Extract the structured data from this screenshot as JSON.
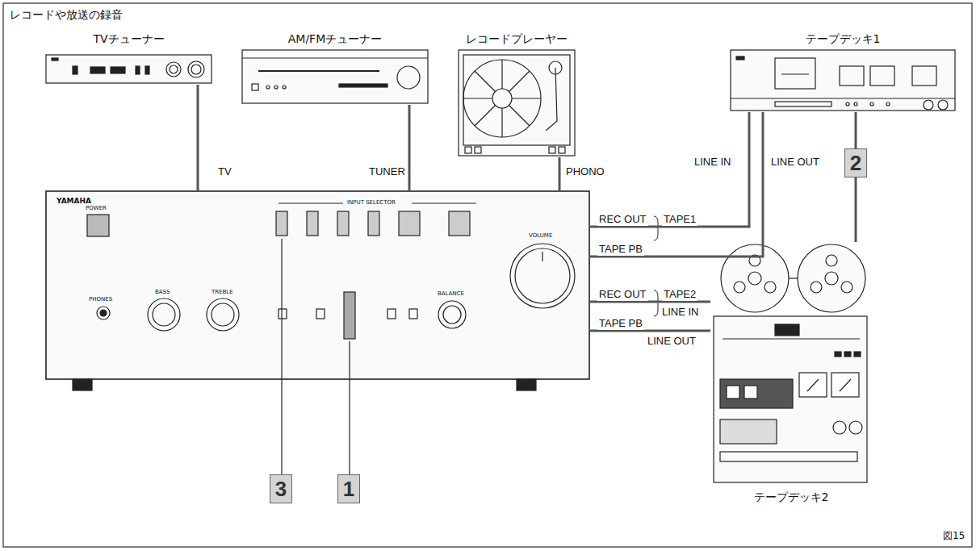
{
  "diagram": {
    "title": "レコードや放送の録音",
    "caption": "図15",
    "nodes": [
      {
        "text": [
          "TVチューナー"
        ]
      },
      {
        "text": [
          "AM/FMチューナー"
        ]
      },
      {
        "text": [
          "レコードプレーヤー"
        ]
      },
      {
        "text": [
          "テープデッキ1"
        ]
      },
      {
        "text": [
          "YAMAHA",
          "POWER",
          "PHONES",
          "BASS",
          "TREBLE",
          "INPUT SELECTOR",
          "VOLUME",
          "BALANCE"
        ]
      },
      {
        "text": [
          "テープデッキ2"
        ]
      }
    ],
    "edges": [
      {
        "from": 0,
        "to": 4,
        "arrow": "none",
        "label": "TV"
      },
      {
        "from": 1,
        "to": 4,
        "arrow": "none",
        "label": "TUNER"
      },
      {
        "from": 2,
        "to": 4,
        "arrow": "none",
        "label": "PHONO"
      },
      {
        "from": 4,
        "to": 3,
        "arrow": "none",
        "label": "LINE IN"
      },
      {
        "from": 3,
        "to": 4,
        "arrow": "none",
        "label": "LINE OUT"
      },
      {
        "from": 3,
        "to": 5,
        "arrow": "none",
        "label": "2"
      },
      {
        "from": 4,
        "to": 5,
        "arrow": "none",
        "label": "LINE IN"
      },
      {
        "from": 5,
        "to": 4,
        "arrow": "none",
        "label": "LINE OUT"
      }
    ],
    "labels": [
      "REC OUT",
      "TAPE1",
      "TAPE PB",
      "REC OUT",
      "TAPE2",
      "TAPE PB",
      "3",
      "1"
    ]
  }
}
